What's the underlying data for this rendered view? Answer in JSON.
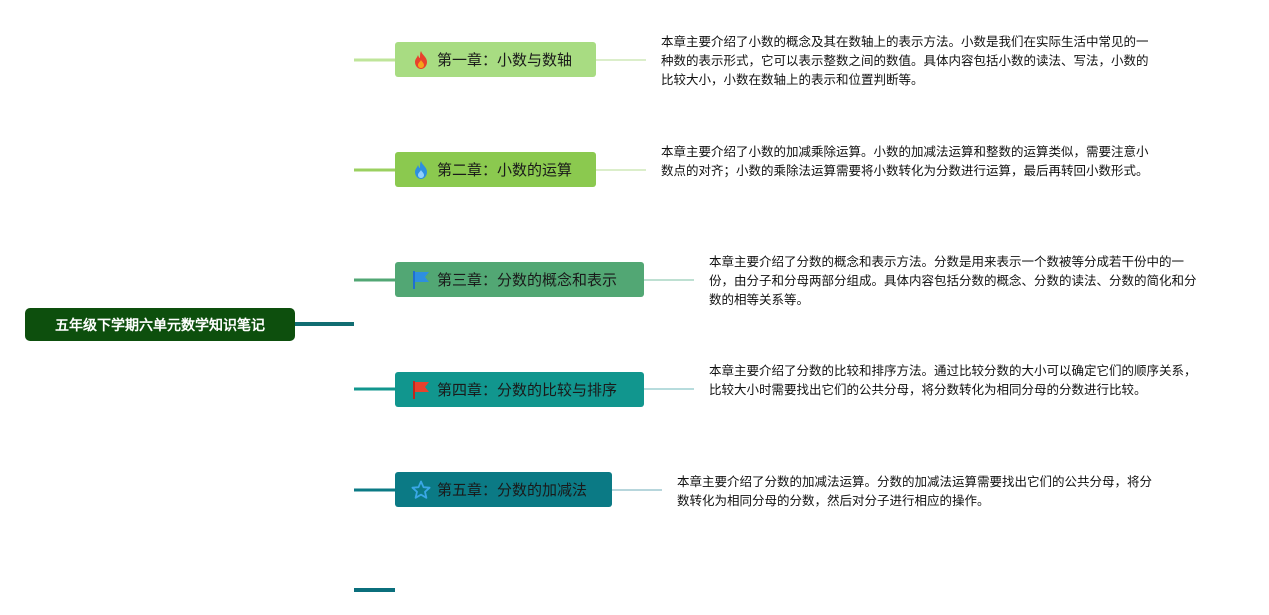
{
  "root": {
    "title": "五年级下学期六单元数学知识笔记"
  },
  "chapters": [
    {
      "title": "第一章：小数与数轴",
      "icon": "fire-icon",
      "color": "#a8dc82",
      "description": "本章主要介绍了小数的概念及其在数轴上的表示方法。小数是我们在实际生活中常见的一种数的表示形式，它可以表示整数之间的数值。具体内容包括小数的读法、写法，小数的比较大小，小数在数轴上的表示和位置判断等。"
    },
    {
      "title": "第二章：小数的运算",
      "icon": "fire-icon",
      "color": "#8bc94f",
      "description": "本章主要介绍了小数的加减乘除运算。小数的加减法运算和整数的运算类似，需要注意小数点的对齐；小数的乘除法运算需要将小数转化为分数进行运算，最后再转回小数形式。"
    },
    {
      "title": "第三章：分数的概念和表示",
      "icon": "flag-icon",
      "color": "#52a774",
      "description": "本章主要介绍了分数的概念和表示方法。分数是用来表示一个数被等分成若干份中的一份，由分子和分母两部分组成。具体内容包括分数的概念、分数的读法、分数的简化和分数的相等关系等。"
    },
    {
      "title": "第四章：分数的比较与排序",
      "icon": "flag-icon",
      "color": "#11968e",
      "description": "本章主要介绍了分数的比较和排序方法。通过比较分数的大小可以确定它们的顺序关系，比较大小时需要找出它们的公共分母，将分数转化为相同分母的分数进行比较。"
    },
    {
      "title": "第五章：分数的加减法",
      "icon": "star-icon",
      "color": "#0b7a85",
      "description": "本章主要介绍了分数的加减法运算。分数的加减法运算需要找出它们的公共分母，将分数转化为相同分母的分数，然后对分子进行相应的操作。"
    }
  ]
}
